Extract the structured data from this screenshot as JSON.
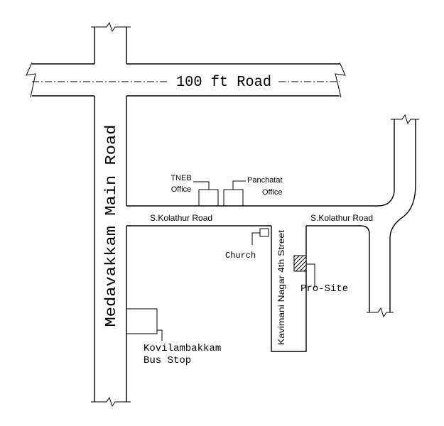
{
  "roads": {
    "top_road": "100 ft Road",
    "main_road": "Medavakkam Main Road",
    "left_cross_road": "S.Kolathur Road",
    "right_cross_road": "S.Kolathur Road",
    "street": "Kavimani Nagar 4th Street"
  },
  "landmarks": {
    "tneb_line1": "TNEB",
    "tneb_line2": "Office",
    "panchayat_line1": "Panchatat",
    "panchayat_line2": "Office",
    "church": "Church",
    "site": "Pro-Site",
    "bus_stop_line1": "Kovilambakkam",
    "bus_stop_line2": "Bus Stop"
  }
}
